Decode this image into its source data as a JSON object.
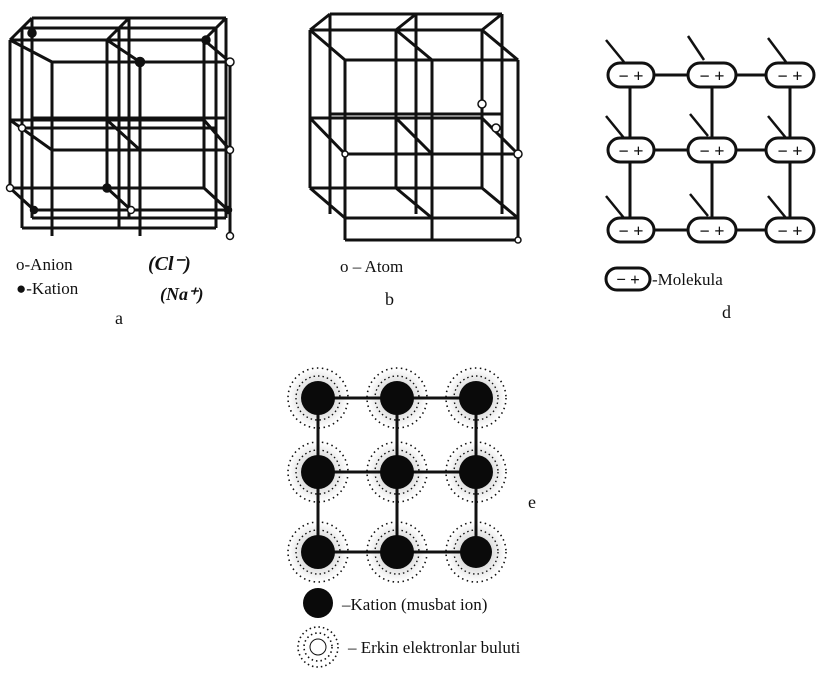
{
  "panel_a": {
    "anion_legend": "o-Anion",
    "anion_formula": "(Cl⁻)",
    "cation_legend": "●-Kation",
    "cation_formula": "(Na⁺)",
    "caption": "a"
  },
  "panel_b": {
    "atom_legend": "o – Atom",
    "caption": "b"
  },
  "panel_d": {
    "molecule_sign": "− +",
    "molecule_legend": "-Molekula",
    "caption": "d"
  },
  "panel_e": {
    "caption": "e",
    "cation_legend": "–Kation (musbat ion)",
    "cloud_legend": "– Erkin elektronlar buluti"
  }
}
